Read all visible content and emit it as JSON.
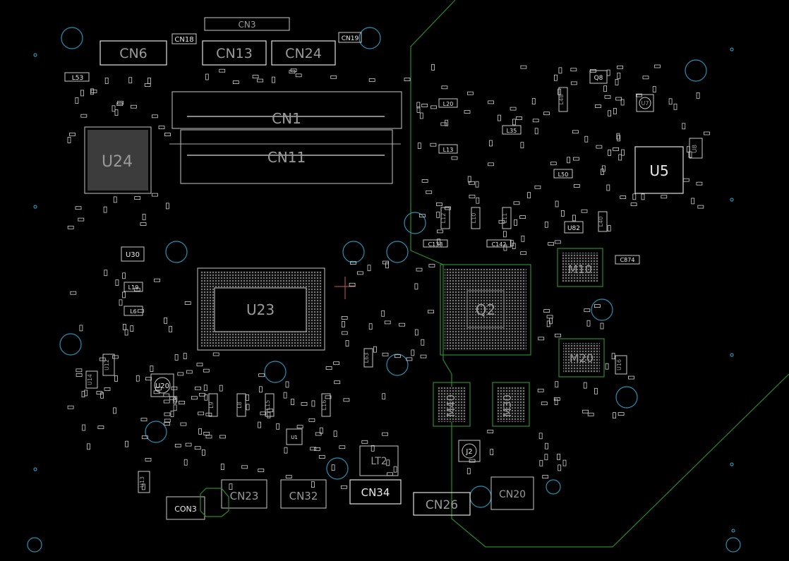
{
  "board": {
    "colors": {
      "background": "#000000",
      "silkscreen": "#c8c8c8",
      "outline": "#2a8a2a",
      "mount_hole": "#2a90b0"
    },
    "components": {
      "cn3_top": "CN3",
      "cn6": "CN6",
      "cn18": "CN18",
      "cn13": "CN13",
      "cn24": "CN24",
      "cn19": "CN19",
      "cn1": "CN1",
      "cn11": "CN11",
      "u24": "U24",
      "u23": "U23",
      "u30": "U30",
      "l19": "L19",
      "l6": "L6",
      "l53": "L53",
      "q2": "Q2",
      "m10": "M10",
      "m20": "M20",
      "m40": "M40",
      "m30": "M30",
      "u5": "U5",
      "u7": "U7",
      "u8": "U8",
      "u82": "U82",
      "q8": "Q8",
      "l20": "L20",
      "l13": "L13",
      "l35": "L35",
      "l50": "L50",
      "c138": "C138",
      "c142": "C142",
      "c874": "C874",
      "u20": "U20",
      "u12": "U12",
      "u14": "U14",
      "u13": "U13",
      "u16": "U16",
      "j2": "J2",
      "lt2": "LT2",
      "cn23": "CN23",
      "cn32": "CN32",
      "cn34": "CN34",
      "cn26": "CN26",
      "cn20": "CN20",
      "con3": "CON3",
      "l9": "L9",
      "l8": "L8",
      "l15": "L15",
      "l16": "L16",
      "l63": "L63",
      "l12": "L12",
      "l10": "L10",
      "l11": "L11",
      "l40": "L40",
      "l48": "L48",
      "u1": "U1"
    }
  }
}
